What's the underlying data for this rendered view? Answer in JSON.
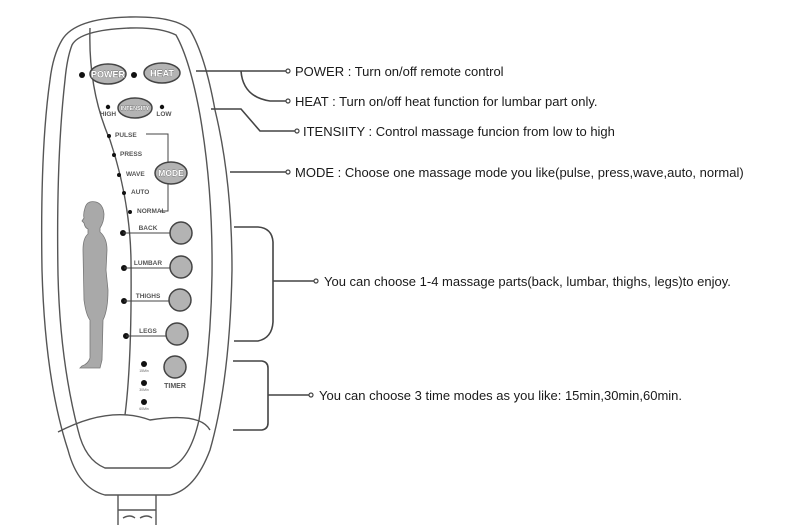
{
  "remote": {
    "buttons": {
      "power": "POWER",
      "heat": "HEAT",
      "intensity": "INTENSITY",
      "mode": "MODE",
      "timer": "TIMER"
    },
    "intensity_levels": {
      "high": "HIGH",
      "low": "LOW"
    },
    "modes": [
      "PULSE",
      "PRESS",
      "WAVE",
      "AUTO",
      "NORMAL"
    ],
    "parts": [
      "BACK",
      "LUMBAR",
      "THIGHS",
      "LEGS"
    ],
    "timer_options": [
      "15Min",
      "30Min",
      "60Min"
    ]
  },
  "descriptions": {
    "power": "POWER : Turn on/off remote control",
    "heat": "HEAT : Turn on/off heat function for lumbar part only.",
    "intensity": "ITENSIITY : Control massage funcion from low to high",
    "mode": "MODE : Choose one massage mode you like(pulse, press,wave,auto, normal)",
    "parts": "You can choose 1-4 massage parts(back, lumbar, thighs, legs)to enjoy.",
    "timer": "You can choose 3 time modes as you like: 15min,30min,60min."
  },
  "colors": {
    "button_fill": "#b3b3b3",
    "line": "#444444",
    "led": "#111111",
    "body_figure": "#a9a9a9"
  }
}
